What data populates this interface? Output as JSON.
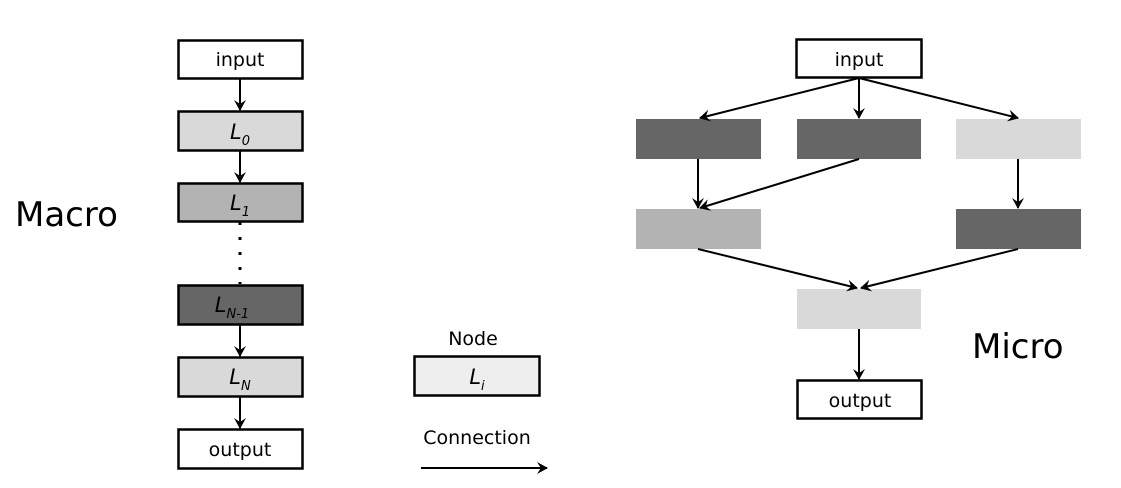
{
  "macro": {
    "title": "Macro",
    "input_label": "input",
    "output_label": "output",
    "layers": [
      {
        "main": "L",
        "sub": "0",
        "color": "#d9d9d9"
      },
      {
        "main": "L",
        "sub": "1",
        "color": "#b3b3b3"
      },
      {
        "main": "L",
        "sub": "N-1",
        "color": "#666666"
      },
      {
        "main": "L",
        "sub": "N",
        "color": "#d9d9d9"
      }
    ]
  },
  "legend": {
    "node_title": "Node",
    "node_main": "L",
    "node_sub": "i",
    "node_color": "#eeeeee",
    "connection_title": "Connection"
  },
  "micro": {
    "title": "Micro",
    "input_label": "input",
    "output_label": "output",
    "colors": {
      "dark": "#666666",
      "mid": "#b3b3b3",
      "light": "#d9d9d9"
    }
  }
}
